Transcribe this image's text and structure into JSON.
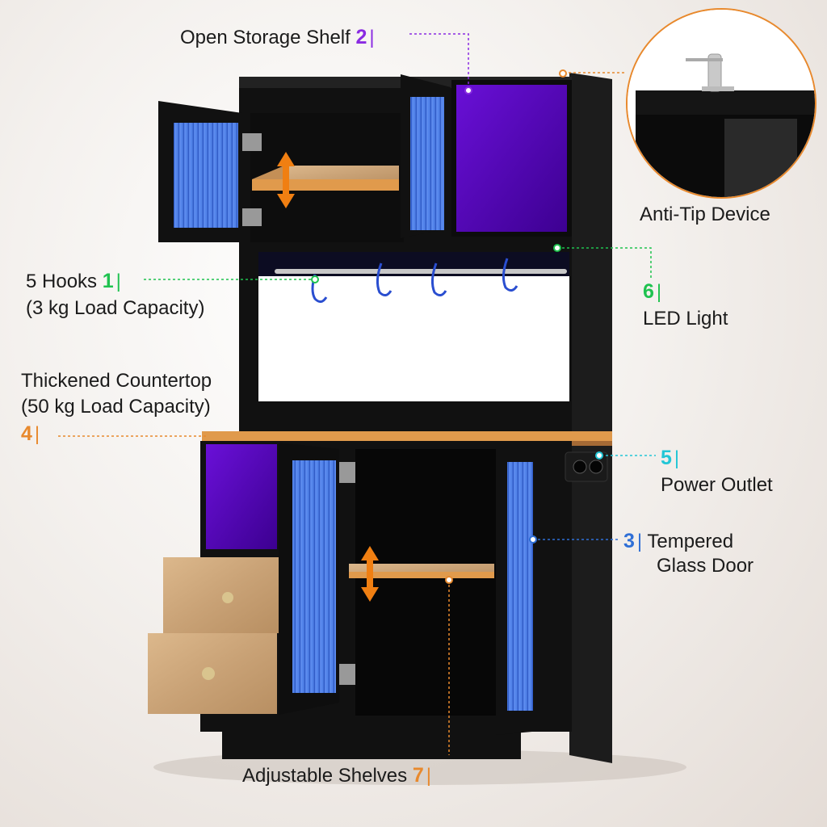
{
  "colors": {
    "purple": "#8a2be2",
    "green": "#1fc24f",
    "blue": "#2f6fd6",
    "orange": "#e8892d",
    "cyan": "#22c6d6",
    "cabinet": "#141414",
    "wood": "#d3a26a",
    "glass": "#3a6fe0",
    "led": "#5500b8"
  },
  "callouts": {
    "open_storage": {
      "label": "Open Storage Shelf",
      "num": "2"
    },
    "anti_tip": {
      "label": "Anti-Tip Device"
    },
    "hooks": {
      "label": "5 Hooks",
      "num": "1",
      "sub": "(3 kg Load Capacity)"
    },
    "led": {
      "num": "6",
      "label": "LED Light"
    },
    "countertop": {
      "label": "Thickened Countertop",
      "sub": "(50 kg Load Capacity)",
      "num": "4"
    },
    "outlet": {
      "num": "5",
      "label": "Power Outlet"
    },
    "glass_door": {
      "num": "3",
      "label1": "Tempered",
      "label2": "Glass Door"
    },
    "shelves": {
      "label": "Adjustable Shelves",
      "num": "7"
    }
  },
  "bar_glyph": "|"
}
